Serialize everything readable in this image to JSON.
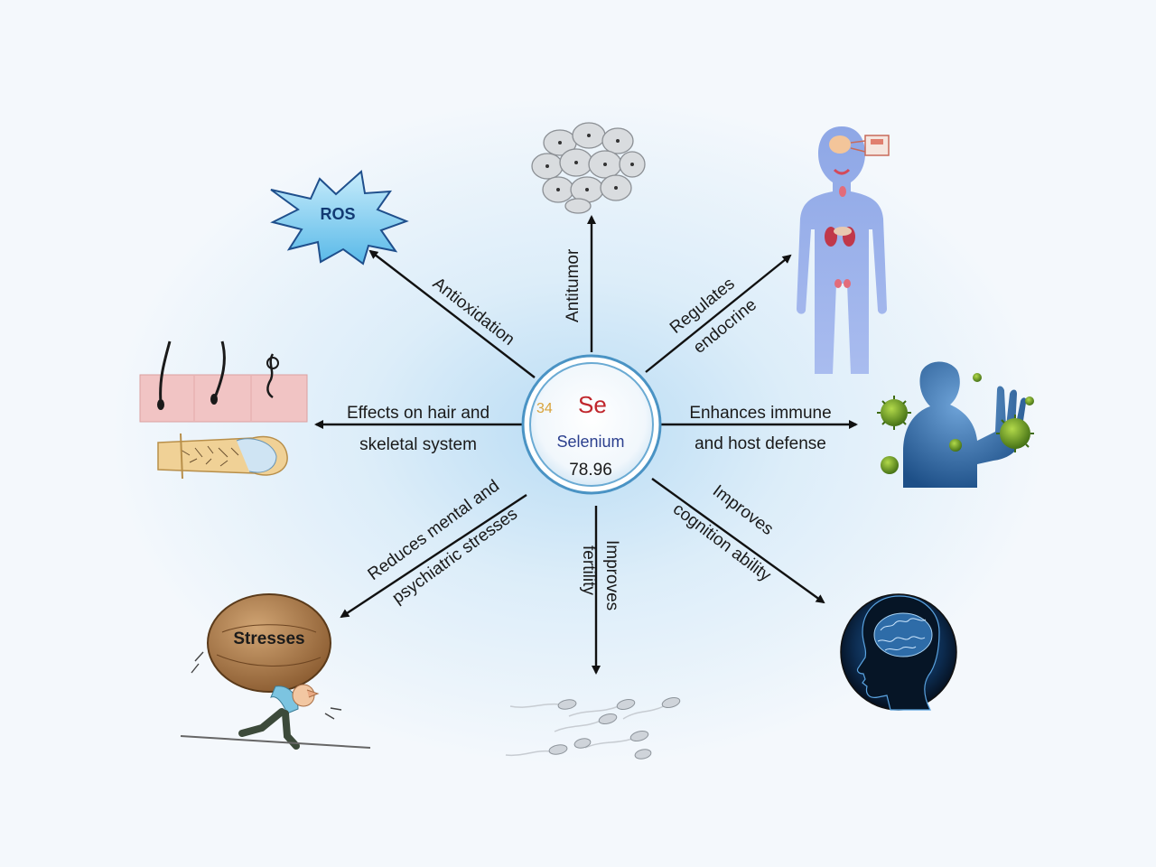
{
  "element": {
    "atomic_number": "34",
    "symbol": "Se",
    "name": "Selenium",
    "mass": "78.96"
  },
  "labels": {
    "antitumor": "Antitumor",
    "antioxidation": "Antioxidation",
    "regulates_1": "Regulates",
    "regulates_2": "endocrine",
    "hair_1": "Effects on hair and",
    "hair_2": "skeletal system",
    "immune_1": "Enhances immune",
    "immune_2": "and host defense",
    "mental_1": "Reduces mental and",
    "mental_2": "psychiatric stresses",
    "fertility_1": "Improves",
    "fertility_2": "fertility",
    "cognition_1": "Improves",
    "cognition_2": "cognition ability"
  },
  "icons": {
    "ros_text": "ROS",
    "stress_text": "Stresses"
  },
  "colors": {
    "symbol": "#c0262c",
    "atomic_number": "#d9a33b",
    "name": "#2b3f8e",
    "ring": "#4a93c4"
  }
}
